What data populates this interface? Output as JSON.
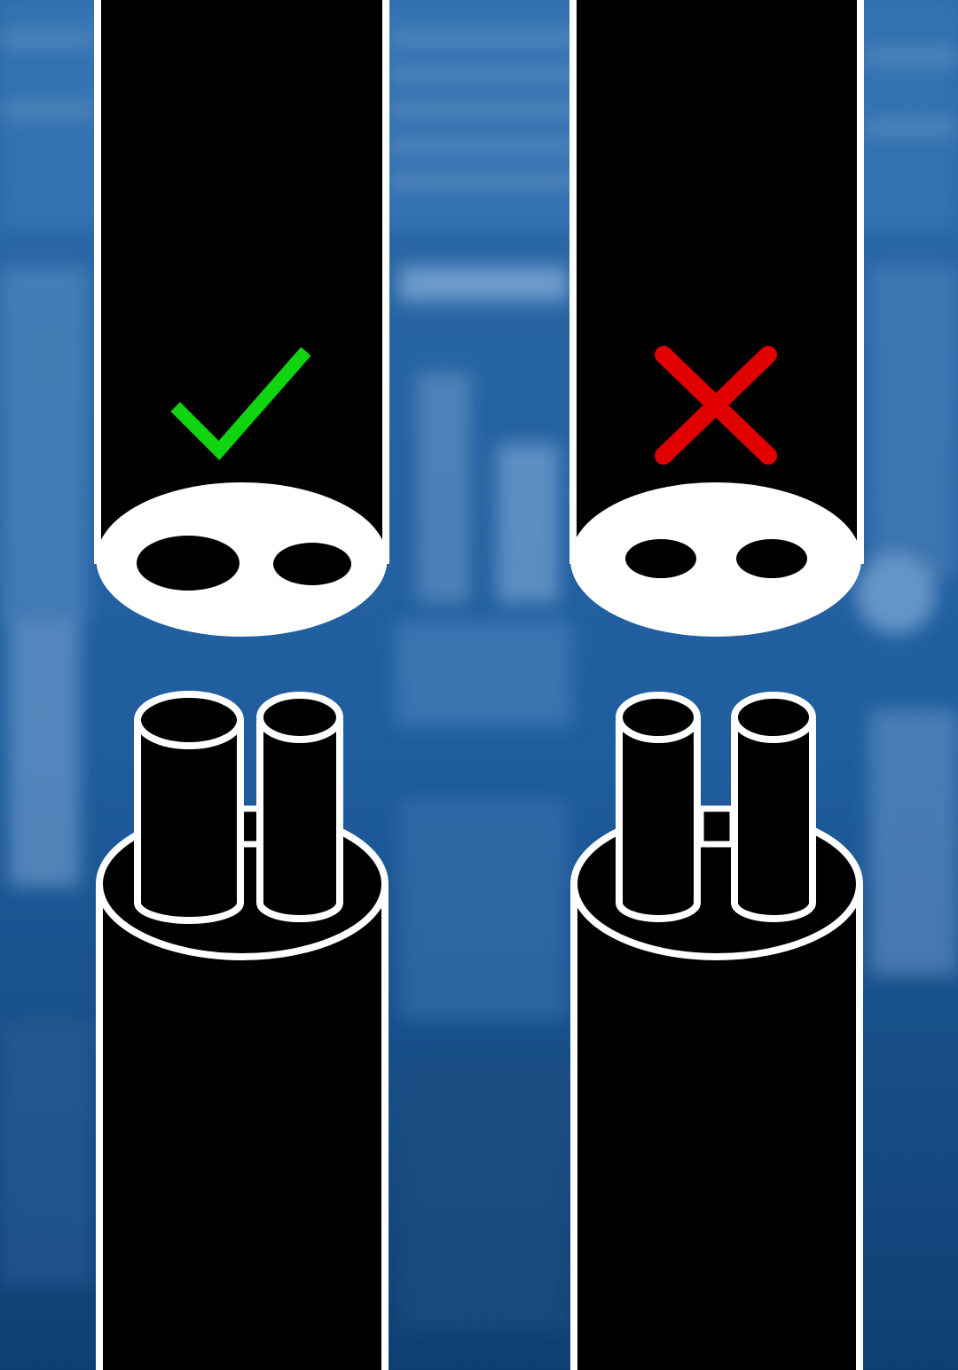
{
  "colors": {
    "background_top": "#2e6aa8",
    "background_mid": "#1f5d9e",
    "background_bottom": "#0f3f72",
    "cable_body": "#000000",
    "cable_outline": "#ffffff",
    "correct_mark": "#11d411",
    "incorrect_mark": "#e00000"
  },
  "panels": [
    {
      "id": "correct",
      "verdict_icon": "checkmark-icon",
      "verdict": "correct",
      "conductor_sizes": "unequal"
    },
    {
      "id": "incorrect",
      "verdict_icon": "cross-icon",
      "verdict": "incorrect",
      "conductor_sizes": "equal"
    }
  ]
}
